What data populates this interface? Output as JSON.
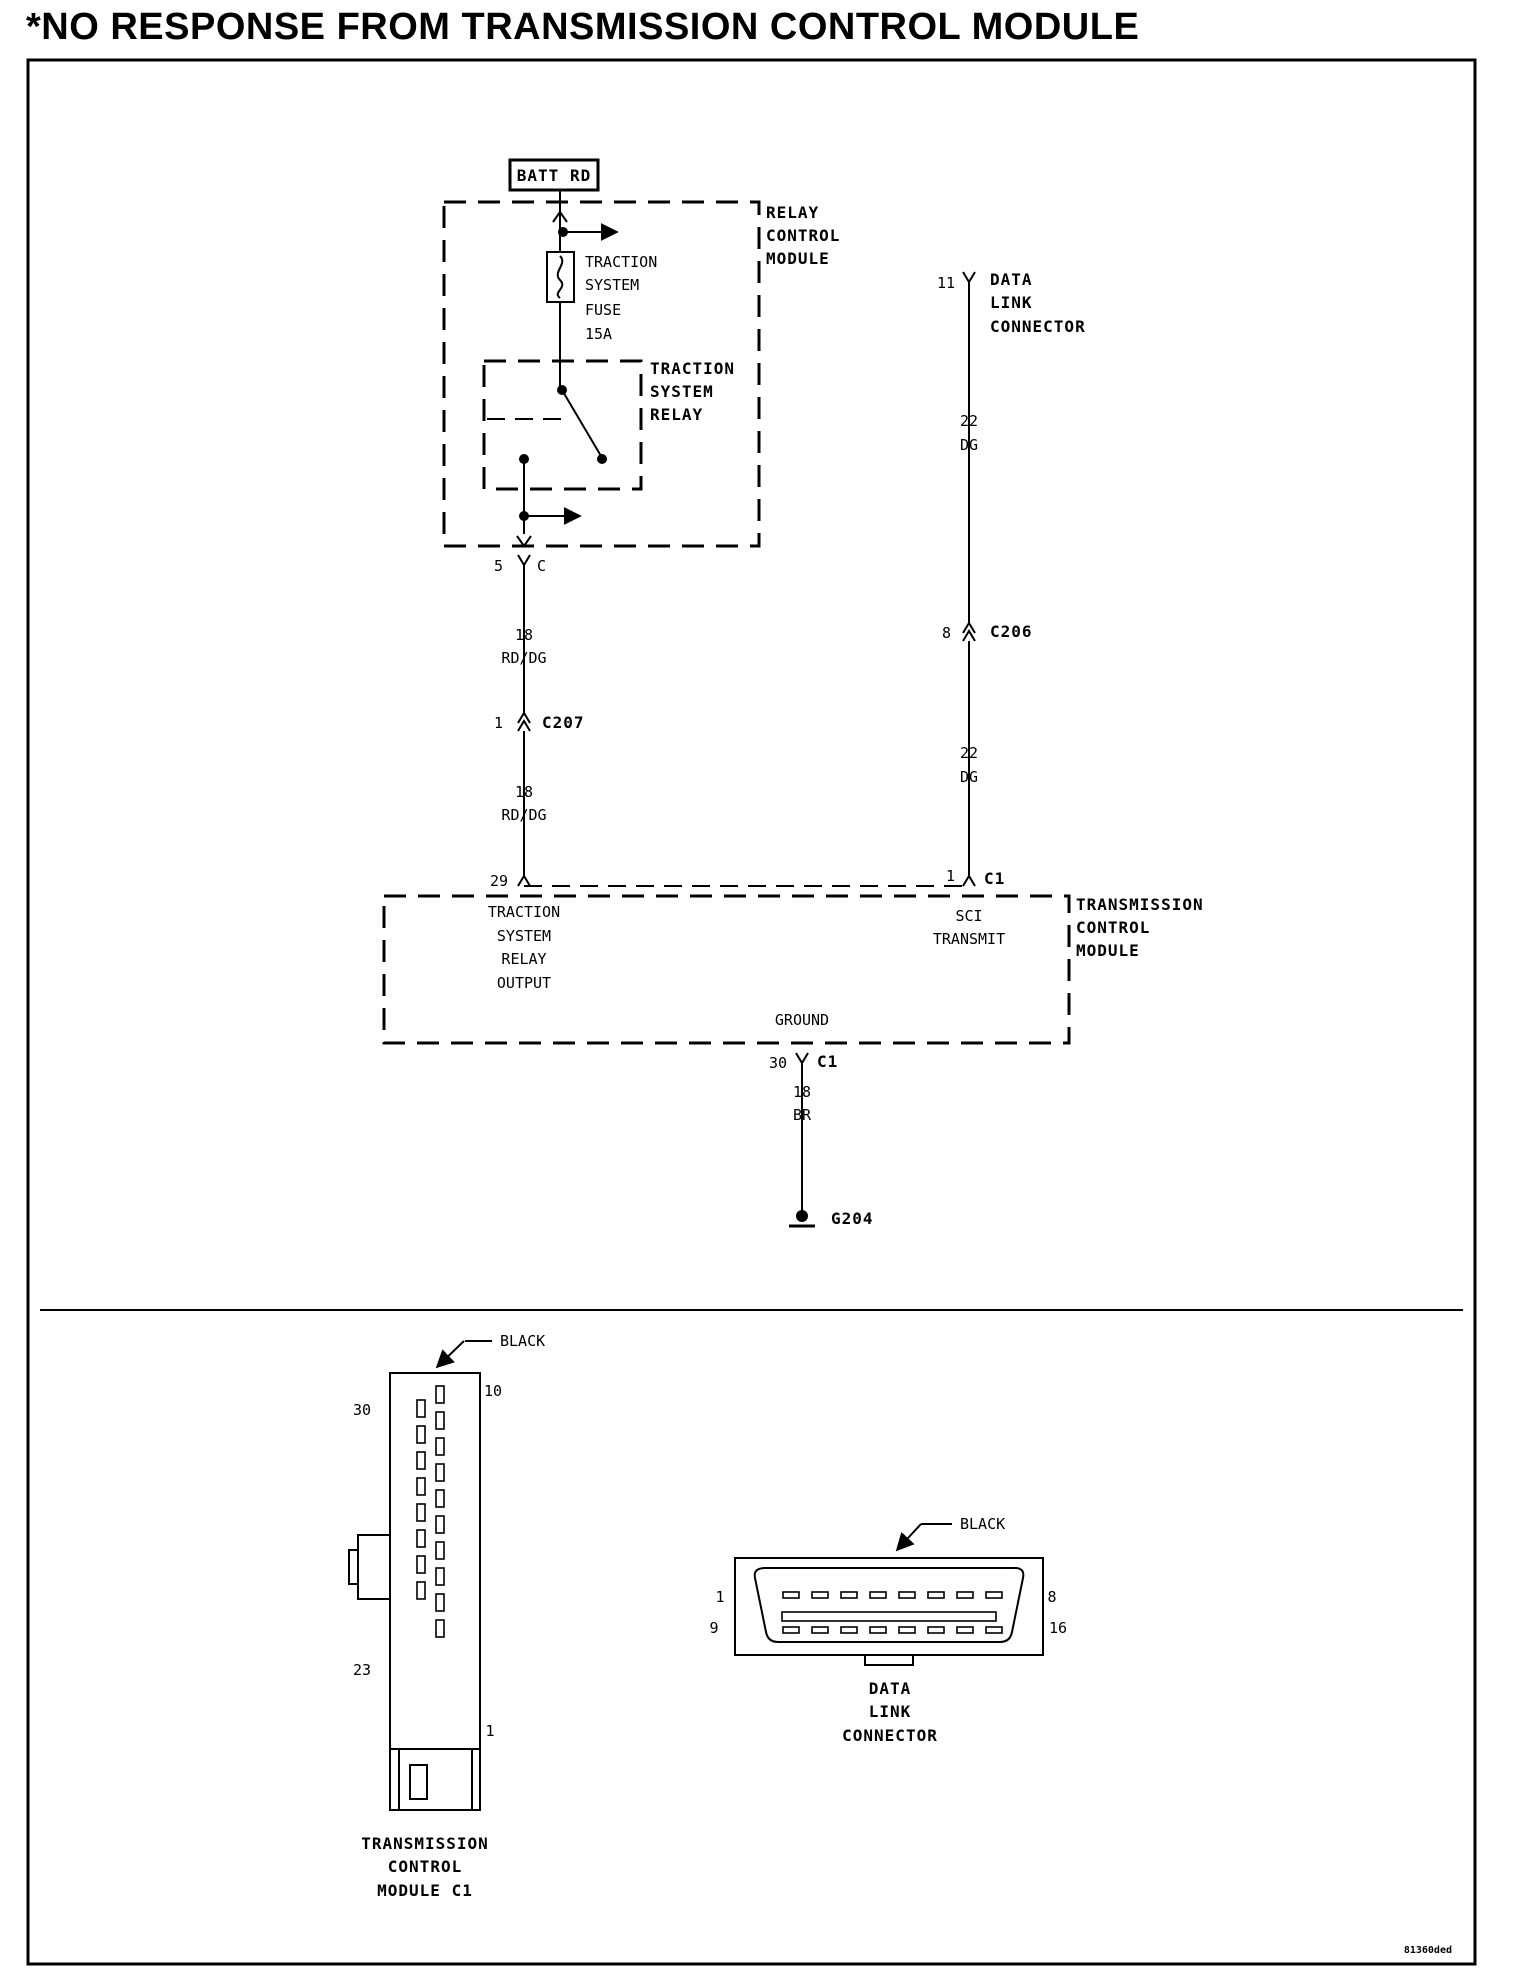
{
  "title": "*NO RESPONSE FROM TRANSMISSION CONTROL MODULE",
  "schematic": {
    "batt": "BATT RD",
    "rcm": [
      "RELAY",
      "CONTROL",
      "MODULE"
    ],
    "fuse": [
      "TRACTION",
      "SYSTEM",
      "FUSE",
      "15A"
    ],
    "relay": [
      "TRACTION",
      "SYSTEM",
      "RELAY"
    ],
    "rcm_conn_pin": "5",
    "rcm_conn_name": "C",
    "wire_a1": [
      "18",
      "RD/DG"
    ],
    "c207_pin": "1",
    "c207": "C207",
    "wire_a2": [
      "18",
      "RD/DG"
    ],
    "tcm_pin_29": "29",
    "tcm_relay_output": [
      "TRACTION",
      "SYSTEM",
      "RELAY",
      "OUTPUT"
    ],
    "dlc_pin": "11",
    "dlc": [
      "DATA",
      "LINK",
      "CONNECTOR"
    ],
    "wire_b1": [
      "22",
      "DG"
    ],
    "c206_pin": "8",
    "c206": "C206",
    "wire_b2": [
      "22",
      "DG"
    ],
    "tcm_pin_1": "1",
    "tcm_c1_top": "C1",
    "tcm_sci": [
      "SCI",
      "TRANSMIT"
    ],
    "tcm": [
      "TRANSMISSION",
      "CONTROL",
      "MODULE"
    ],
    "ground_label": "GROUND",
    "gnd_pin": "30",
    "gnd_c1": "C1",
    "wire_c": [
      "18",
      "BR"
    ],
    "g204": "G204"
  },
  "connectors": {
    "tcm_c1_color": "BLACK",
    "tcm_c1_pins": [
      "30",
      "10",
      "23",
      "1"
    ],
    "tcm_c1_name": [
      "TRANSMISSION",
      "CONTROL",
      "MODULE C1"
    ],
    "dlc_color": "BLACK",
    "dlc_pins": [
      "1",
      "8",
      "9",
      "16"
    ],
    "dlc_name": [
      "DATA",
      "LINK",
      "CONNECTOR"
    ],
    "figure_id": "81360ded"
  }
}
